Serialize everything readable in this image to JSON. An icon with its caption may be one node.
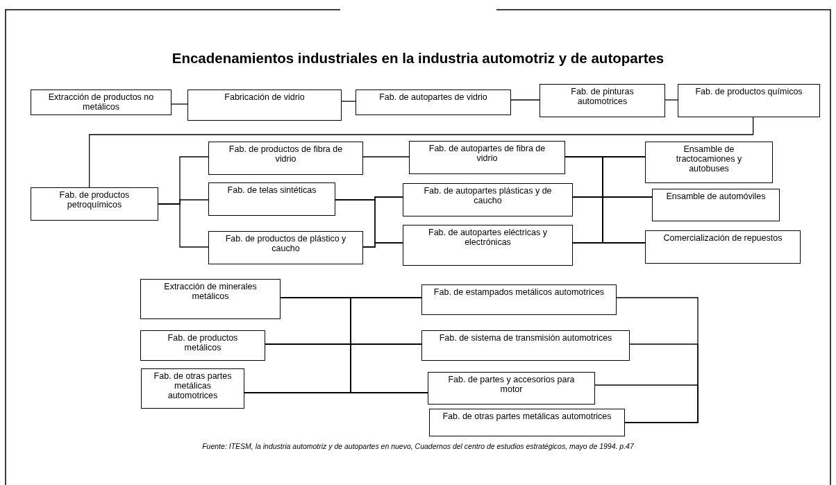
{
  "diagram": {
    "title": "Encadenamientos industriales en la industria automotriz y de autopartes",
    "caption": "Fuente: ITESM, la industria automotriz y de autopartes en nuevo, Cuadernos del centro de estudios estratégicos, mayo de 1994. p.47",
    "nodes": [
      {
        "text": [
          "Extracción de productos no metálicos"
        ]
      },
      {
        "text": [
          "Fabricación de vidrio"
        ]
      },
      {
        "text": [
          "Fab. de autopartes de vidrio"
        ]
      },
      {
        "text": [
          "Fab. de pinturas automotrices"
        ]
      },
      {
        "text": [
          "Fab. de productos químicos"
        ]
      },
      {
        "text": [
          "Fab. de productos petroquímicos"
        ]
      },
      {
        "text": [
          "Fab. de productos de fibra de vidrio"
        ]
      },
      {
        "text": [
          "Fab. de telas sintéticas"
        ]
      },
      {
        "text": [
          "Fab. de productos de plástico y caucho"
        ]
      },
      {
        "text": [
          "Fab. de autopartes de fibra de vidrio"
        ]
      },
      {
        "text": [
          "Fab. de autopartes plásticas y de caucho"
        ]
      },
      {
        "text": [
          "Fab. de autopartes eléctricas y electrónicas"
        ]
      },
      {
        "text": [
          "Ensamble de tractocamiones y autobuses"
        ]
      },
      {
        "text": [
          "Ensamble de automóviles"
        ]
      },
      {
        "text": [
          "Comercialización de repuestos"
        ]
      },
      {
        "text": [
          "Extracción de minerales metálicos"
        ]
      },
      {
        "text": [
          "Fab. de productos metálicos"
        ]
      },
      {
        "text": [
          "Fab. de otras partes metálicas automotrices"
        ]
      },
      {
        "text": [
          "Fab. de estampados metálicos automotrices"
        ]
      },
      {
        "text": [
          "Fab. de sistema de transmisión automotrices"
        ]
      },
      {
        "text": [
          "Fab. de partes y accesorios para motor"
        ]
      },
      {
        "text": [
          "Fab. de otras partes metálicas automotrices"
        ]
      }
    ],
    "edges": [
      {
        "from": 0,
        "to": 1,
        "arrow": "none"
      },
      {
        "from": 1,
        "to": 2,
        "arrow": "none"
      },
      {
        "from": 2,
        "to": 3,
        "arrow": "none"
      },
      {
        "from": 3,
        "to": 4,
        "arrow": "none"
      },
      {
        "from": 4,
        "to": 5,
        "arrow": "none"
      },
      {
        "from": 5,
        "to": 6,
        "arrow": "none"
      },
      {
        "from": 5,
        "to": 7,
        "arrow": "none"
      },
      {
        "from": 5,
        "to": 8,
        "arrow": "none"
      },
      {
        "from": 6,
        "to": 9,
        "arrow": "none"
      },
      {
        "from": 7,
        "to": 10,
        "arrow": "none"
      },
      {
        "from": 7,
        "to": 11,
        "arrow": "none"
      },
      {
        "from": 8,
        "to": 10,
        "arrow": "none"
      },
      {
        "from": 8,
        "to": 11,
        "arrow": "none"
      },
      {
        "from": 9,
        "to": 12,
        "arrow": "none"
      },
      {
        "from": 9,
        "to": 13,
        "arrow": "none"
      },
      {
        "from": 9,
        "to": 14,
        "arrow": "none"
      },
      {
        "from": 10,
        "to": 12,
        "arrow": "none"
      },
      {
        "from": 10,
        "to": 13,
        "arrow": "none"
      },
      {
        "from": 10,
        "to": 14,
        "arrow": "none"
      },
      {
        "from": 11,
        "to": 12,
        "arrow": "none"
      },
      {
        "from": 11,
        "to": 13,
        "arrow": "none"
      },
      {
        "from": 11,
        "to": 14,
        "arrow": "none"
      },
      {
        "from": 15,
        "to": 18,
        "arrow": "none"
      },
      {
        "from": 15,
        "to": 19,
        "arrow": "none"
      },
      {
        "from": 15,
        "to": 20,
        "arrow": "none"
      },
      {
        "from": 16,
        "to": 18,
        "arrow": "none"
      },
      {
        "from": 16,
        "to": 19,
        "arrow": "none"
      },
      {
        "from": 16,
        "to": 20,
        "arrow": "none"
      },
      {
        "from": 17,
        "to": 18,
        "arrow": "none"
      },
      {
        "from": 17,
        "to": 19,
        "arrow": "none"
      },
      {
        "from": 17,
        "to": 20,
        "arrow": "none"
      },
      {
        "from": 18,
        "to": 21,
        "arrow": "none"
      },
      {
        "from": 19,
        "to": 21,
        "arrow": "none"
      },
      {
        "from": 20,
        "to": 21,
        "arrow": "none"
      }
    ]
  }
}
